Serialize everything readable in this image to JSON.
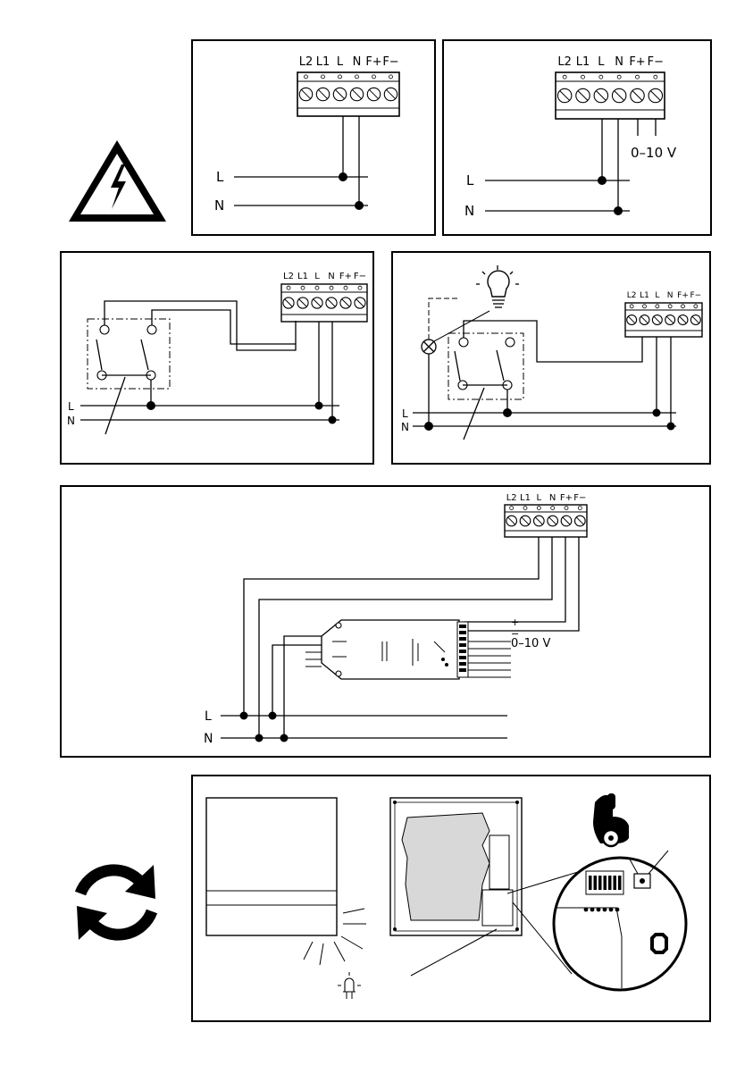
{
  "terminal_labels": [
    "L2",
    "L1",
    "L",
    "N",
    "F+",
    "F−"
  ],
  "line_labels": {
    "l": "L",
    "n": "N"
  },
  "dimming_signal_label": "0–10 V",
  "ballast_polarity": {
    "plus": "+",
    "minus": "−"
  },
  "icons": {
    "warning": "high-voltage-warning-icon",
    "bulb": "light-bulb-icon",
    "lamp": "lamp-symbol-icon",
    "reset": "reset-sync-icon",
    "press": "finger-press-icon",
    "led": "led-indicator-icon"
  }
}
